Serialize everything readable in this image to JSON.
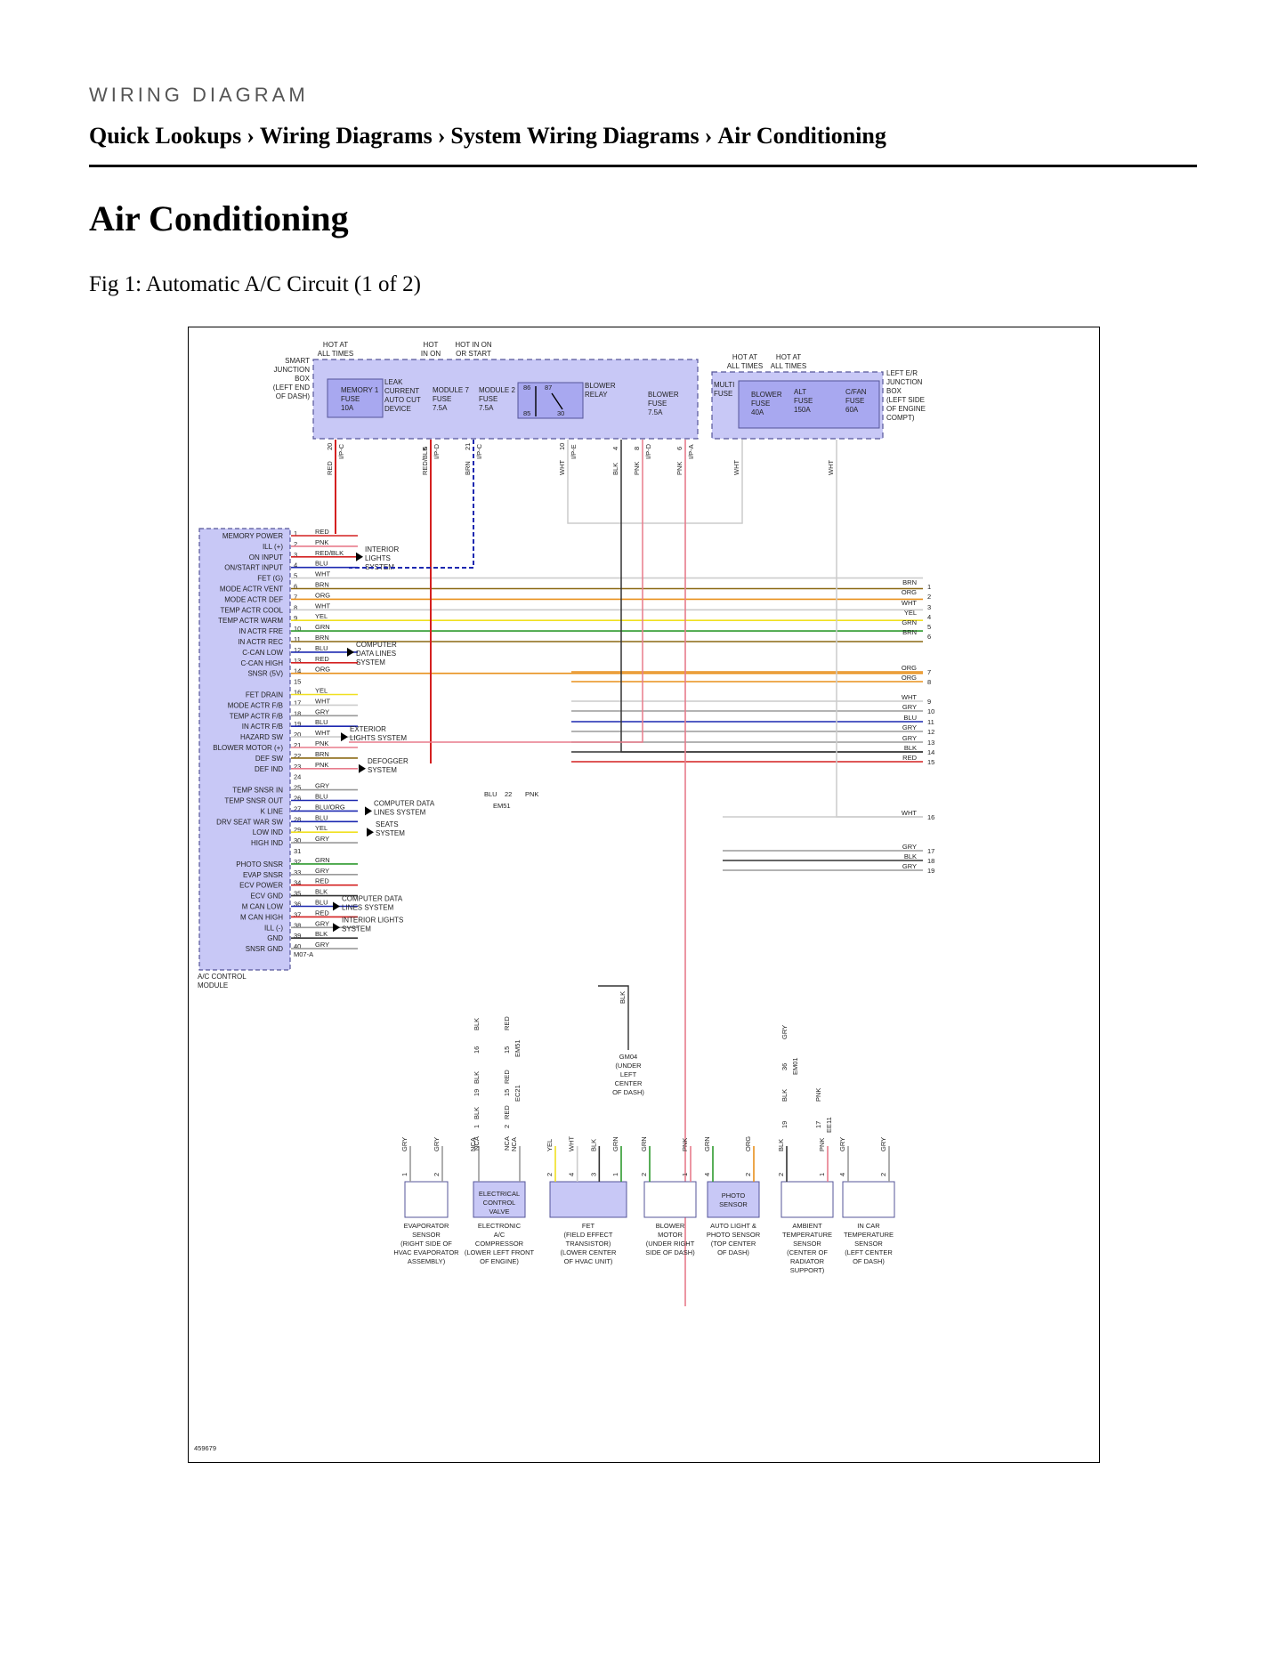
{
  "header": {
    "eyebrow": "WIRING DIAGRAM",
    "breadcrumbs": [
      "Quick Lookups",
      "Wiring Diagrams",
      "System Wiring Diagrams",
      "Air Conditioning"
    ],
    "separator": "›"
  },
  "page_title": "Air Conditioning",
  "figure": {
    "caption": "Fig 1: Automatic A/C Circuit (1 of 2)",
    "diagram_id": "459679",
    "module_name": [
      "A/C CONTROL",
      "MODULE"
    ],
    "module_connector": "M07-A",
    "sjb_label": [
      "SMART",
      "JUNCTION",
      "BOX",
      "(LEFT END",
      "OF DASH)"
    ],
    "er_box_label": [
      "LEFT E/R",
      "JUNCTION",
      "BOX",
      "(LEFT SIDE",
      "OF ENGINE",
      "COMPT)"
    ],
    "power_labels": [
      [
        "HOT AT",
        "ALL TIMES"
      ],
      [
        "HOT",
        "IN ON"
      ],
      [
        "HOT IN ON",
        "OR START"
      ],
      [
        "HOT AT",
        "ALL TIMES"
      ],
      [
        "HOT AT",
        "ALL TIMES"
      ]
    ],
    "fuses": [
      [
        "MEMORY 1",
        "FUSE",
        "10A"
      ],
      [
        "LEAK",
        "CURRENT",
        "AUTO CUT",
        "DEVICE"
      ],
      [
        "MODULE 7",
        "FUSE",
        "7.5A"
      ],
      [
        "MODULE 2",
        "FUSE",
        "7.5A"
      ],
      [
        "BLOWER",
        "RELAY"
      ],
      [
        "BLOWER",
        "FUSE",
        "7.5A"
      ],
      [
        "MULTI",
        "FUSE"
      ],
      [
        "BLOWER",
        "FUSE",
        "40A"
      ],
      [
        "ALT",
        "FUSE",
        "150A"
      ],
      [
        "C/FAN",
        "FUSE",
        "60A"
      ]
    ],
    "relay_pins": [
      "86",
      "87",
      "85",
      "30"
    ],
    "top_wires": [
      {
        "color": "RED",
        "pin": "20",
        "conn": "I/P-C",
        "stroke": "#d42020"
      },
      {
        "color": "RED/BLK",
        "pin": "5",
        "conn": "I/P-D",
        "stroke": "#c01818"
      },
      {
        "color": "BRN",
        "pin": "21",
        "conn": "I/P-C",
        "stroke": "#8b6914"
      },
      {
        "color": "WHT",
        "pin": "10",
        "conn": "I/P-E",
        "stroke": "#c8c8c8"
      },
      {
        "color": "BLK",
        "pin": "4",
        "conn": "",
        "stroke": "#555555"
      },
      {
        "color": "PNK",
        "pin": "8",
        "conn": "I/P-D",
        "stroke": "#e87c8c"
      },
      {
        "color": "PNK",
        "pin": "6",
        "conn": "I/P-A",
        "stroke": "#e87c8c"
      },
      {
        "color": "WHT",
        "pin": "",
        "conn": "",
        "stroke": "#c8c8c8"
      },
      {
        "color": "WHT",
        "pin": "",
        "conn": "",
        "stroke": "#c8c8c8"
      },
      {
        "color": "BLU",
        "pin": "",
        "conn": "",
        "stroke": "#1c28b0"
      }
    ],
    "module_pins": [
      {
        "pin": "1",
        "name": "MEMORY POWER",
        "color": "RED"
      },
      {
        "pin": "2",
        "name": "ILL (+)",
        "color": "PNK"
      },
      {
        "pin": "3",
        "name": "ON INPUT",
        "color": "RED/BLK"
      },
      {
        "pin": "4",
        "name": "ON/START INPUT",
        "color": "BLU"
      },
      {
        "pin": "5",
        "name": "FET (G)",
        "color": "WHT"
      },
      {
        "pin": "6",
        "name": "MODE ACTR VENT",
        "color": "BRN"
      },
      {
        "pin": "7",
        "name": "MODE ACTR DEF",
        "color": "ORG"
      },
      {
        "pin": "8",
        "name": "TEMP ACTR COOL",
        "color": "WHT"
      },
      {
        "pin": "9",
        "name": "TEMP ACTR WARM",
        "color": "YEL"
      },
      {
        "pin": "10",
        "name": "IN ACTR FRE",
        "color": "GRN"
      },
      {
        "pin": "11",
        "name": "IN ACTR REC",
        "color": "BRN"
      },
      {
        "pin": "12",
        "name": "C-CAN LOW",
        "color": "BLU"
      },
      {
        "pin": "13",
        "name": "C-CAN HIGH",
        "color": "RED"
      },
      {
        "pin": "14",
        "name": "SNSR (5V)",
        "color": "ORG"
      },
      {
        "pin": "15",
        "name": "",
        "color": ""
      },
      {
        "pin": "16",
        "name": "FET DRAIN",
        "color": "YEL"
      },
      {
        "pin": "17",
        "name": "MODE ACTR F/B",
        "color": "WHT"
      },
      {
        "pin": "18",
        "name": "TEMP ACTR F/B",
        "color": "GRY"
      },
      {
        "pin": "19",
        "name": "IN ACTR F/B",
        "color": "BLU"
      },
      {
        "pin": "20",
        "name": "HAZARD SW",
        "color": "WHT"
      },
      {
        "pin": "21",
        "name": "BLOWER MOTOR (+)",
        "color": "PNK"
      },
      {
        "pin": "22",
        "name": "DEF SW",
        "color": "BRN"
      },
      {
        "pin": "23",
        "name": "DEF IND",
        "color": "PNK"
      },
      {
        "pin": "24",
        "name": "",
        "color": ""
      },
      {
        "pin": "25",
        "name": "TEMP SNSR IN",
        "color": "GRY"
      },
      {
        "pin": "26",
        "name": "TEMP SNSR OUT",
        "color": "BLU"
      },
      {
        "pin": "27",
        "name": "K LINE",
        "color": "BLU/ORG"
      },
      {
        "pin": "28",
        "name": "DRV SEAT WAR SW",
        "color": "BLU"
      },
      {
        "pin": "29",
        "name": "LOW IND",
        "color": "YEL"
      },
      {
        "pin": "30",
        "name": "HIGH IND",
        "color": "GRY"
      },
      {
        "pin": "31",
        "name": "",
        "color": ""
      },
      {
        "pin": "32",
        "name": "PHOTO SNSR",
        "color": "GRN"
      },
      {
        "pin": "33",
        "name": "EVAP SNSR",
        "color": "GRY"
      },
      {
        "pin": "34",
        "name": "ECV POWER",
        "color": "RED"
      },
      {
        "pin": "35",
        "name": "ECV GND",
        "color": "BLK"
      },
      {
        "pin": "36",
        "name": "M CAN LOW",
        "color": "BLU"
      },
      {
        "pin": "37",
        "name": "M CAN HIGH",
        "color": "RED"
      },
      {
        "pin": "38",
        "name": "ILL (-)",
        "color": "GRY"
      },
      {
        "pin": "39",
        "name": "GND",
        "color": "BLK"
      },
      {
        "pin": "40",
        "name": "SNSR GND",
        "color": "GRY"
      }
    ],
    "references": [
      [
        "INTERIOR",
        "LIGHTS",
        "SYSTEM"
      ],
      [
        "COMPUTER",
        "DATA LINES",
        "SYSTEM"
      ],
      [
        "EXTERIOR",
        "LIGHTS SYSTEM"
      ],
      [
        "DEFOGGER",
        "SYSTEM"
      ],
      [
        "COMPUTER DATA",
        "LINES SYSTEM"
      ],
      [
        "SEATS",
        "SYSTEM"
      ],
      [
        "COMPUTER DATA",
        "LINES SYSTEM"
      ],
      [
        "INTERIOR LIGHTS",
        "SYSTEM"
      ]
    ],
    "continuations": [
      {
        "n": "1",
        "color": "BRN"
      },
      {
        "n": "2",
        "color": "ORG"
      },
      {
        "n": "3",
        "color": "WHT"
      },
      {
        "n": "4",
        "color": "YEL"
      },
      {
        "n": "5",
        "color": "GRN"
      },
      {
        "n": "6",
        "color": "BRN"
      },
      {
        "n": "7",
        "color": "ORG"
      },
      {
        "n": "8",
        "color": "ORG"
      },
      {
        "n": "9",
        "color": "WHT"
      },
      {
        "n": "10",
        "color": "GRY"
      },
      {
        "n": "11",
        "color": "BLU"
      },
      {
        "n": "12",
        "color": "GRY"
      },
      {
        "n": "13",
        "color": "GRY"
      },
      {
        "n": "14",
        "color": "BLK"
      },
      {
        "n": "15",
        "color": "RED"
      },
      {
        "n": "16",
        "color": "WHT"
      },
      {
        "n": "17",
        "color": "GRY"
      },
      {
        "n": "18",
        "color": "BLK"
      },
      {
        "n": "19",
        "color": "GRY"
      }
    ],
    "em51_splice": {
      "left_color": "BLU",
      "pin": "22",
      "right_color": "PNK",
      "conn": "EM51"
    },
    "bottom_connectors": {
      "em51": {
        "conn": "EM51",
        "pins": [
          "16",
          "15"
        ],
        "colors": [
          "BLK",
          "RED"
        ]
      },
      "ec21": {
        "conn": "EC21",
        "pins": [
          "19",
          "15"
        ],
        "colors": [
          "BLK",
          "RED"
        ]
      },
      "ncc": {
        "pins": [
          "1",
          "2"
        ],
        "colors": [
          "BLK",
          "RED"
        ],
        "labels": [
          "NCA",
          "NCA"
        ]
      },
      "em01": {
        "conn": "EM01",
        "pin": "36",
        "color": "GRY"
      },
      "ee11": {
        "conn": "EE11",
        "pins": [
          "19",
          "17"
        ],
        "colors": [
          "BLK",
          "PNK"
        ]
      }
    },
    "ground": {
      "color": "BLK",
      "name": [
        "GM04",
        "(UNDER",
        "LEFT",
        "CENTER",
        "OF DASH)"
      ]
    },
    "components": [
      {
        "id": "evap",
        "pins": [
          "1",
          "2"
        ],
        "wires": [
          "GRY",
          "GRY"
        ],
        "name": [
          "EVAPORATOR",
          "SENSOR",
          "(RIGHT SIDE OF",
          "HVAC EVAPORATOR",
          "ASSEMBLY)"
        ]
      },
      {
        "id": "ecv",
        "pins": [
          "",
          ""
        ],
        "wires": [
          "NCA",
          "NCA"
        ],
        "inner": [
          "ELECTRICAL",
          "CONTROL",
          "VALVE"
        ],
        "name": [
          "ELECTRONIC",
          "A/C",
          "COMPRESSOR",
          "(LOWER LEFT FRONT",
          "OF ENGINE)"
        ]
      },
      {
        "id": "fet",
        "pins": [
          "2",
          "4",
          "3",
          "1"
        ],
        "wires": [
          "YEL",
          "WHT",
          "BLK",
          "GRN"
        ],
        "name": [
          "FET",
          "(FIELD EFFECT",
          "TRANSISTOR)",
          "(LOWER CENTER",
          "OF HVAC UNIT)"
        ]
      },
      {
        "id": "blower",
        "pins": [
          "2",
          "1"
        ],
        "wires": [
          "GRN",
          "PNK"
        ],
        "name": [
          "BLOWER",
          "MOTOR",
          "(UNDER RIGHT",
          "SIDE OF DASH)"
        ]
      },
      {
        "id": "photo",
        "pins": [
          "4",
          "2"
        ],
        "wires": [
          "GRN",
          "ORG"
        ],
        "inner": [
          "PHOTO",
          "SENSOR"
        ],
        "name": [
          "AUTO LIGHT &",
          "PHOTO SENSOR",
          "(TOP CENTER",
          "OF DASH)"
        ]
      },
      {
        "id": "ambient",
        "pins": [
          "2",
          "1"
        ],
        "wires": [
          "BLK",
          "PNK"
        ],
        "name": [
          "AMBIENT",
          "TEMPERATURE",
          "SENSOR",
          "(CENTER OF",
          "RADIATOR",
          "SUPPORT)"
        ]
      },
      {
        "id": "incar",
        "pins": [
          "4",
          "2"
        ],
        "wires": [
          "GRY",
          "GRY"
        ],
        "name": [
          "IN CAR",
          "TEMPERATURE",
          "SENSOR",
          "(LEFT CENTER",
          "OF DASH)"
        ]
      }
    ],
    "colors": {
      "box_fill": "#c8c8f6",
      "box_stroke": "#555599",
      "RED": "#d42020",
      "PNK": "#e87c8c",
      "BLU": "#1c28b0",
      "WHT": "#cccccc",
      "BRN": "#8b6914",
      "ORG": "#e8901c",
      "YEL": "#f0e020",
      "GRN": "#2e9a2e",
      "GRY": "#9a9a9a",
      "BLK": "#333333"
    }
  }
}
